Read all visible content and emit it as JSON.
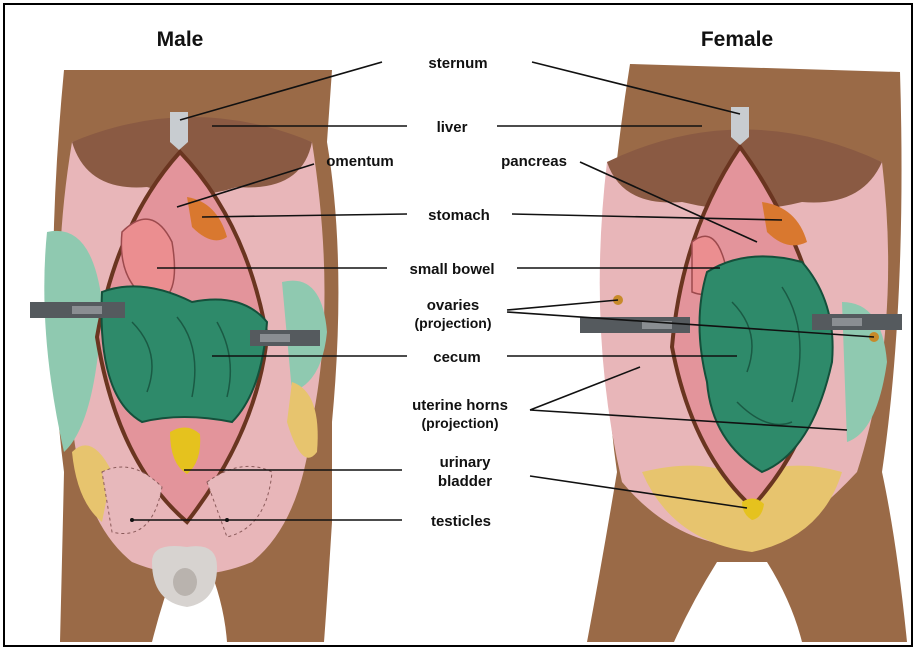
{
  "titles": {
    "male": "Male",
    "female": "Female"
  },
  "labels": {
    "sternum": "sternum",
    "liver": "liver",
    "omentum": "omentum",
    "pancreas": "pancreas",
    "stomach": "stomach",
    "small_bowel": "small bowel",
    "ovaries": "ovaries",
    "ovaries_note": "(projection)",
    "cecum": "cecum",
    "uterine_horns": "uterine horns",
    "uterine_horns_note": "(projection)",
    "urinary_1": "urinary",
    "urinary_2": "bladder",
    "testicles": "testicles"
  },
  "colors": {
    "skin": "#9a6a47",
    "liver": "#8a5a43",
    "intestine": "#e7a9b0",
    "cecum": "#2e8a6a",
    "bladder": "#e5c21e",
    "stomach": "#d9782f",
    "retractor": "#555a5e"
  }
}
